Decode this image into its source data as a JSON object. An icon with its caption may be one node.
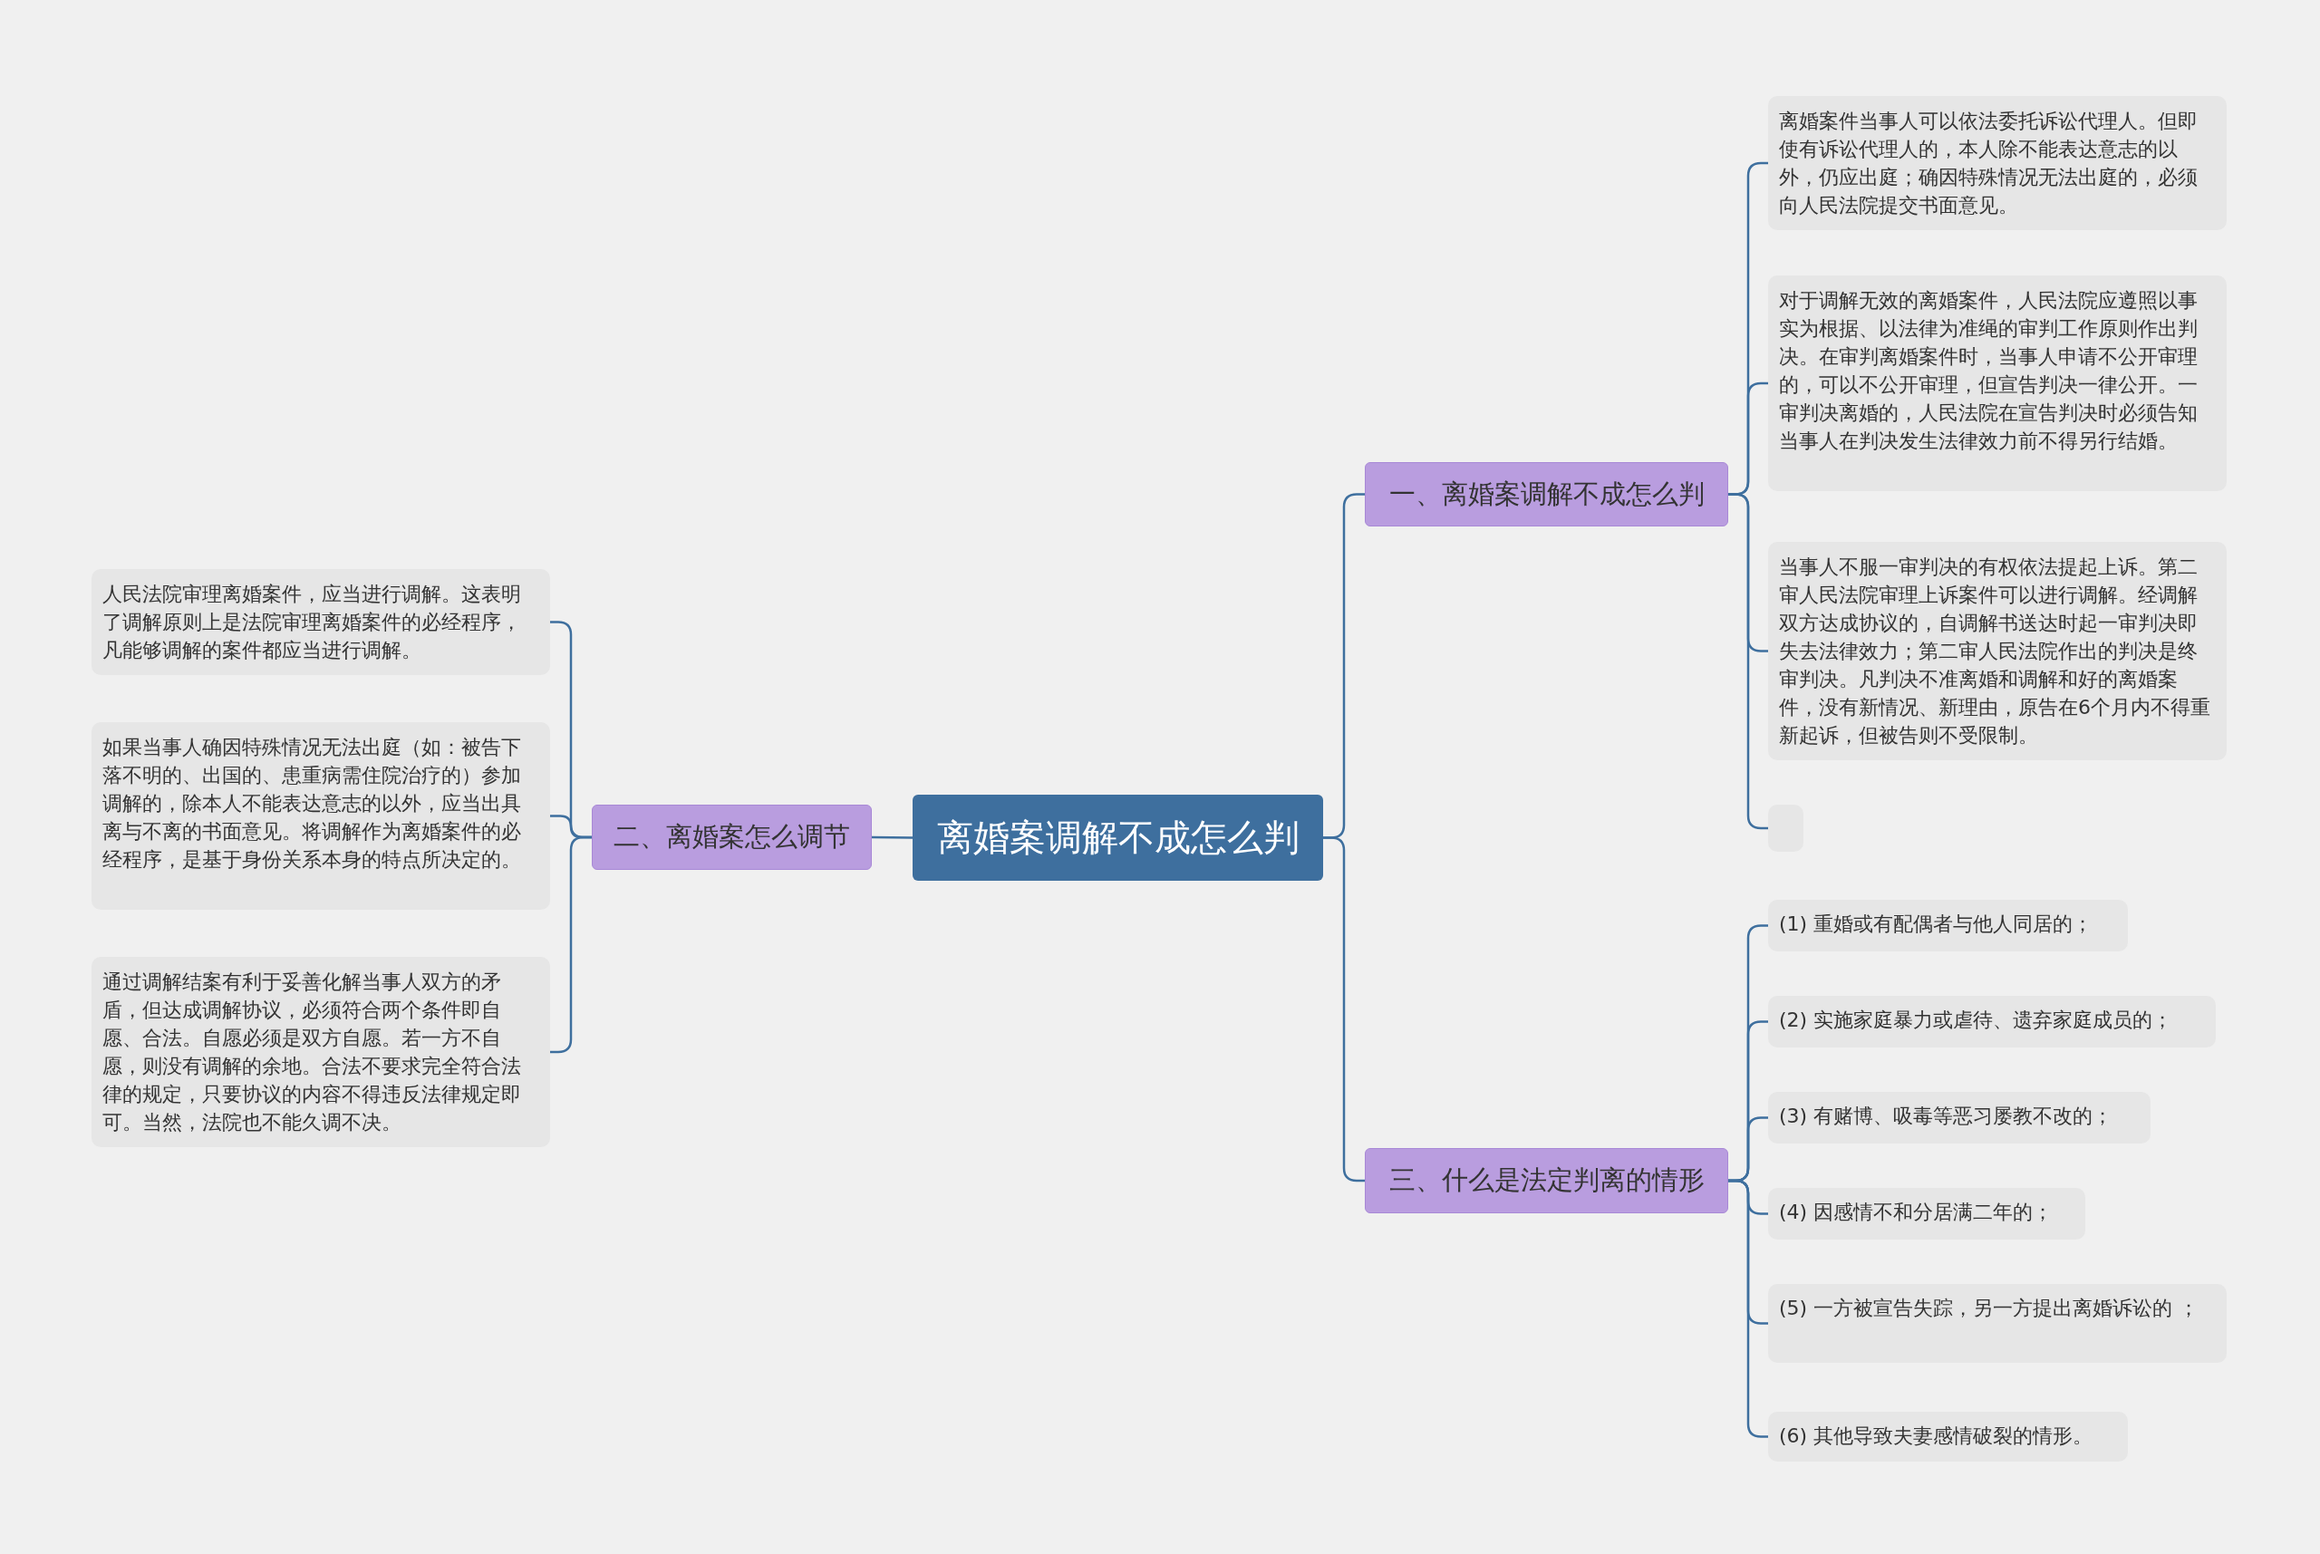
{
  "diagram": {
    "nodes": [
      {
        "text": [
          "离婚案调解不成怎么判"
        ]
      },
      {
        "text": [
          "一、离婚案调解不成怎么判"
        ]
      },
      {
        "text": [
          "离婚案件当事人可以依法委托诉讼代理人。但即使有诉讼代理人的，本人除不能表达意志的以外，仍应出庭；确因特殊情况无法出庭的，必须向人民法院提交书面意见。"
        ]
      },
      {
        "text": [
          "对于调解无效的离婚案件，人民法院应遵照以事实为根据、以法律为准绳的审判工作原则作出判决。在审判离婚案件时，当事人申请不公开审理的，可以不公开审理，但宣告判决一律公开。一审判决离婚的，人民法院在宣告判决时必须告知当事人在判决发生法律效力前不得另行结婚。"
        ]
      },
      {
        "text": [
          "当事人不服一审判决的有权依法提起上诉。第二审人民法院审理上诉案件可以进行调解。经调解双方达成协议的，自调解书送达时起一审判决即失去法律效力；第二审人民法院作出的判决是终审判决。凡判决不准离婚和调解和好的离婚案件，没有新情况、新理由，原告在6个月内不得重新起诉，但被告则不受限制。"
        ]
      },
      {
        "text": [],
        "shape": "box"
      },
      {
        "text": [
          "三、什么是法定判离的情形"
        ]
      },
      {
        "text": [
          "(1) 重婚或有配偶者与他人同居的；"
        ]
      },
      {
        "text": [
          "(2) 实施家庭暴力或虐待、遗弃家庭成员的；"
        ]
      },
      {
        "text": [
          "(3) 有赌博、吸毒等恶习屡教不改的；"
        ]
      },
      {
        "text": [
          "(4) 因感情不和分居满二年的；"
        ]
      },
      {
        "text": [
          "(5) 一方被宣告失踪，另一方提出离婚诉讼的 ；"
        ]
      },
      {
        "text": [
          "(6) 其他导致夫妻感情破裂的情形。"
        ]
      },
      {
        "text": [
          "二、离婚案怎么调节"
        ]
      },
      {
        "text": [
          "人民法院审理离婚案件，应当进行调解。这表明了调解原则上是法院审理离婚案件的必经程序，凡能够调解的案件都应当进行调解。"
        ]
      },
      {
        "text": [
          "如果当事人确因特殊情况无法出庭（如：被告下落不明的、出国的、患重病需住院治疗的）参加调解的，除本人不能表达意志的以外，应当出具离与不离的书面意见。将调解作为离婚案件的必经程序，是基于身份关系本身的特点所决定的。"
        ]
      },
      {
        "text": [
          "通过调解结案有利于妥善化解当事人双方的矛盾，但达成调解协议，必须符合两个条件即自愿、合法。自愿必须是双方自愿。若一方不自愿，则没有调解的余地。合法不要求完全符合法律的规定，只要协议的内容不得违反法律规定即可。当然，法院也不能久调不决。"
        ]
      }
    ],
    "edges": [
      {
        "from": 0,
        "to": 1,
        "arrow": "none"
      },
      {
        "from": 1,
        "to": 2,
        "arrow": "none"
      },
      {
        "from": 1,
        "to": 3,
        "arrow": "none"
      },
      {
        "from": 1,
        "to": 4,
        "arrow": "none"
      },
      {
        "from": 1,
        "to": 5,
        "arrow": "none"
      },
      {
        "from": 0,
        "to": 6,
        "arrow": "none"
      },
      {
        "from": 6,
        "to": 7,
        "arrow": "none"
      },
      {
        "from": 6,
        "to": 8,
        "arrow": "none"
      },
      {
        "from": 6,
        "to": 9,
        "arrow": "none"
      },
      {
        "from": 6,
        "to": 10,
        "arrow": "none"
      },
      {
        "from": 6,
        "to": 11,
        "arrow": "none"
      },
      {
        "from": 6,
        "to": 12,
        "arrow": "none"
      },
      {
        "from": 0,
        "to": 13,
        "arrow": "none"
      },
      {
        "from": 13,
        "to": 14,
        "arrow": "none"
      },
      {
        "from": 13,
        "to": 15,
        "arrow": "none"
      },
      {
        "from": 13,
        "to": 16,
        "arrow": "none"
      }
    ]
  }
}
